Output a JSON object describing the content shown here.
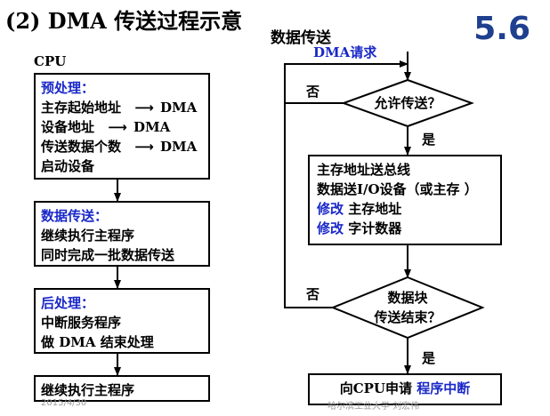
{
  "title": "(2) DMA 传送过程示意",
  "slide_number": "5.6",
  "left": {
    "cpu_label": "CPU",
    "pre": {
      "heading": "预处理：",
      "lines": [
        {
          "text": "主存起始地址",
          "arrow": "⟶",
          "target": "DMA"
        },
        {
          "text": "设备地址",
          "arrow": "⟶",
          "target": "DMA"
        },
        {
          "text": "传送数据个数",
          "arrow": "⟶",
          "target": "DMA"
        },
        {
          "text": "启动设备"
        }
      ]
    },
    "transfer": {
      "heading": "数据传送：",
      "lines": [
        "继续执行主程序",
        "同时完成一批数据传送"
      ]
    },
    "post": {
      "heading": "后处理：",
      "lines": [
        "中断服务程序",
        "做 DMA 结束处理"
      ]
    },
    "final": "继续执行主程序"
  },
  "right": {
    "label": "数据传送",
    "request": "DMA请求",
    "decision1": "允许传送？",
    "no1": "否",
    "yes1": "是",
    "process": {
      "line1": "主存地址送总线",
      "line2": "数据送I/O设备（或主存 ）",
      "line3_kw": "修改",
      "line3_rest": " 主存地址",
      "line4_kw": "修改",
      "line4_rest": " 字计数器"
    },
    "decision2_line1": "数据块",
    "decision2_line2": "传送结束？",
    "no2": "否",
    "yes2": "是",
    "final_prefix": "向CPU申请 ",
    "final_kw": "程序中断"
  },
  "footer": {
    "date": "2015/4/30",
    "org": "哈尔滨工业大学  刘宏伟"
  }
}
